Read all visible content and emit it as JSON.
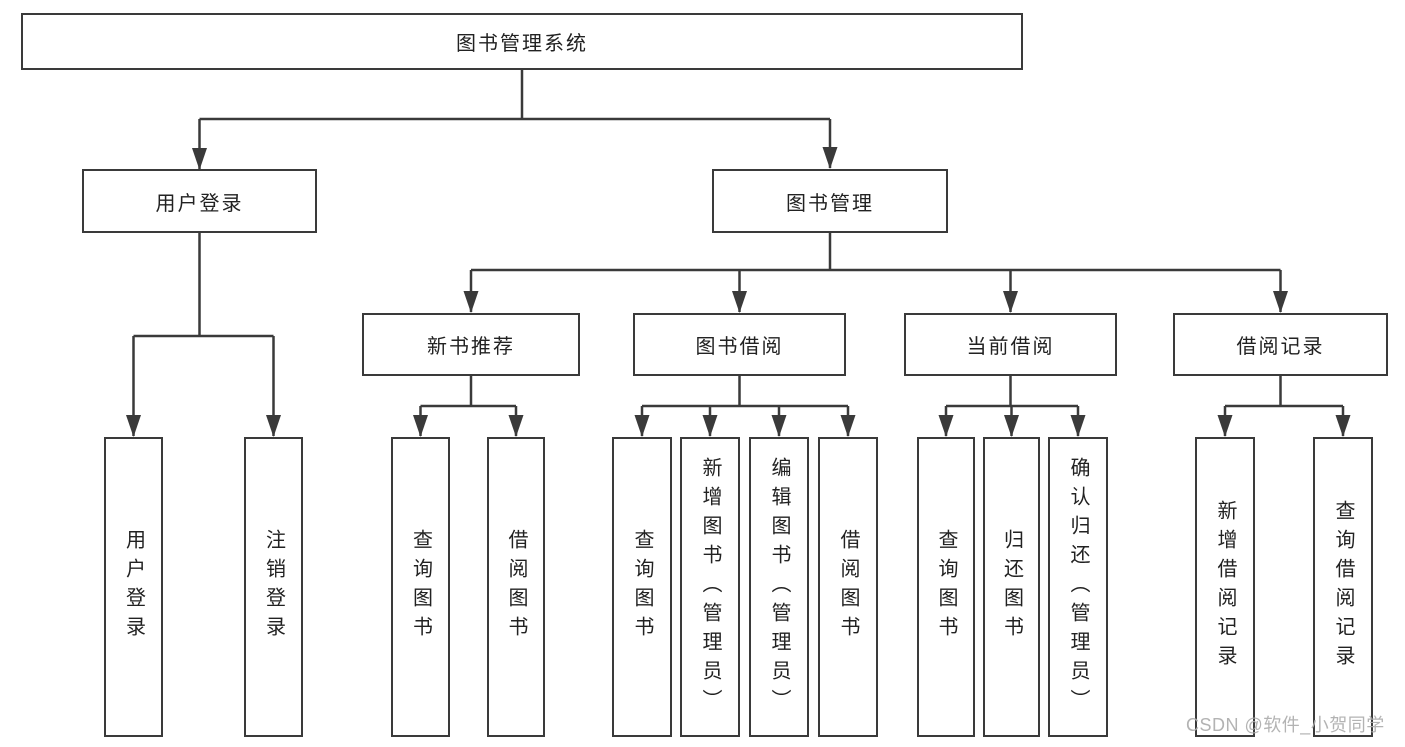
{
  "diagram": {
    "root": {
      "label": "图书管理系统"
    },
    "branches": [
      {
        "label": "用户登录",
        "children": [
          {
            "label": "用户登录"
          },
          {
            "label": "注销登录"
          }
        ]
      },
      {
        "label": "图书管理",
        "children": [
          {
            "label": "新书推荐",
            "children": [
              {
                "label": "查询图书"
              },
              {
                "label": "借阅图书"
              }
            ]
          },
          {
            "label": "图书借阅",
            "children": [
              {
                "label": "查询图书"
              },
              {
                "label": "新增图书（管理员）"
              },
              {
                "label": "编辑图书（管理员）"
              },
              {
                "label": "借阅图书"
              }
            ]
          },
          {
            "label": "当前借阅",
            "children": [
              {
                "label": "查询图书"
              },
              {
                "label": "归还图书"
              },
              {
                "label": "确认归还（管理员）"
              }
            ]
          },
          {
            "label": "借阅记录",
            "children": [
              {
                "label": "新增借阅记录"
              },
              {
                "label": "查询借阅记录"
              }
            ]
          }
        ]
      }
    ]
  },
  "watermark": {
    "text": "CSDN @软件_小贺同学"
  },
  "colors": {
    "line": "#3a3a3a",
    "box_border": "#3a3a3a",
    "box_background": "#ffffff",
    "text": "#222222",
    "watermark": "#acacac",
    "page_background": "#ffffff"
  }
}
